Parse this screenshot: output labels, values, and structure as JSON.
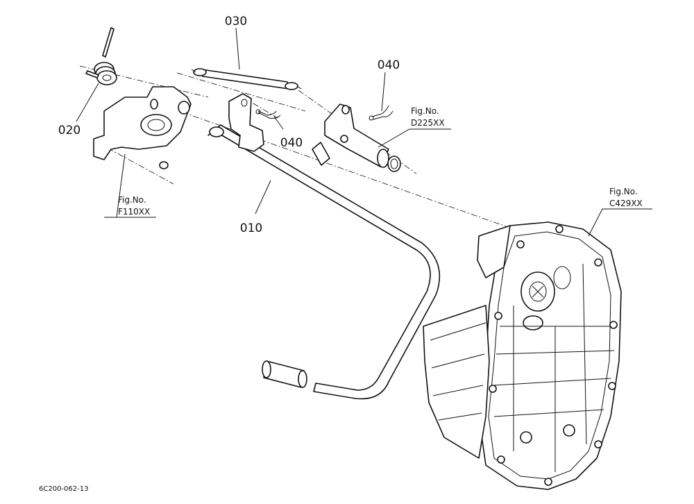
{
  "callouts": {
    "c010": "010",
    "c020": "020",
    "c030": "030",
    "c040a": "040",
    "c040b": "040"
  },
  "figure_refs": {
    "f110": {
      "prefix": "Fig.No.",
      "code": "F110XX"
    },
    "d225": {
      "prefix": "Fig.No.",
      "code": "D225XX"
    },
    "c429": {
      "prefix": "Fig.No.",
      "code": "C429XX"
    }
  },
  "footer": {
    "drawing_id": "6C200-062-13"
  }
}
